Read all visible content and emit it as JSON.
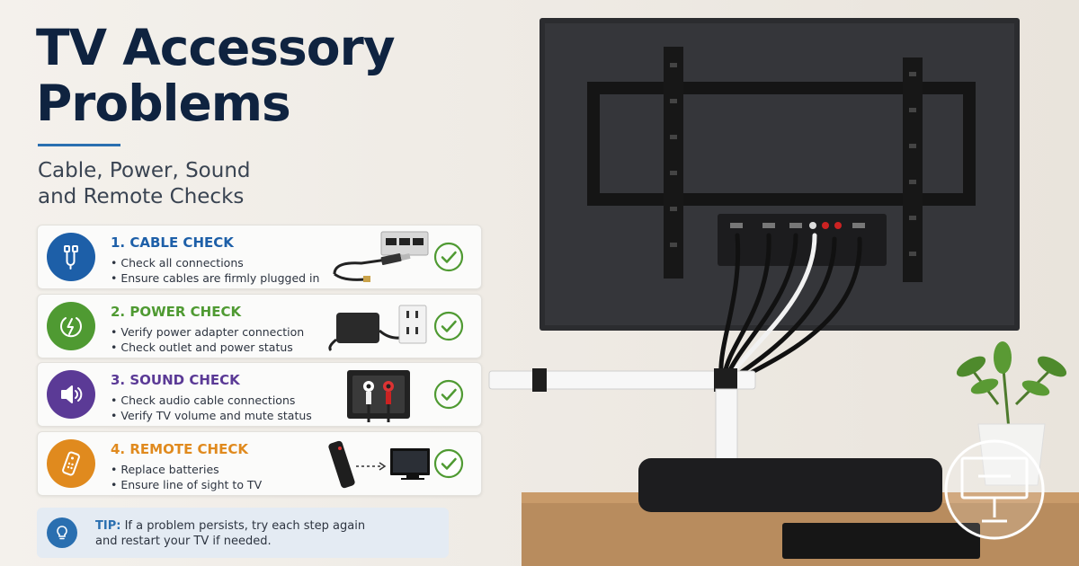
{
  "title_line1": "TV Accessory",
  "title_line2": "Problems",
  "subtitle_line1": "Cable, Power, Sound",
  "subtitle_line2": "and Remote Checks",
  "colors": {
    "navy": "#0f2340",
    "cable": "#1d5fa8",
    "power": "#4f9a32",
    "sound": "#5b3a96",
    "remote": "#e08a1e",
    "check": "#4f9a32"
  },
  "cards": [
    {
      "heading": "1. CABLE CHECK",
      "bullet1": "Check all connections",
      "bullet2": "Ensure cables are firmly plugged in",
      "icon": "cable-icon"
    },
    {
      "heading": "2. POWER CHECK",
      "bullet1": "Verify power adapter connection",
      "bullet2": "Check outlet and power status",
      "icon": "power-icon"
    },
    {
      "heading": "3. SOUND CHECK",
      "bullet1": "Check audio cable connections",
      "bullet2": "Verify TV volume and mute status",
      "icon": "speaker-icon"
    },
    {
      "heading": "4. REMOTE CHECK",
      "bullet1": "Replace batteries",
      "bullet2": "Ensure line of sight to TV",
      "icon": "remote-icon"
    }
  ],
  "tip": {
    "label": "TIP:",
    "line1": "If a problem persists, try each step again",
    "line2": "and restart your TV if needed."
  }
}
